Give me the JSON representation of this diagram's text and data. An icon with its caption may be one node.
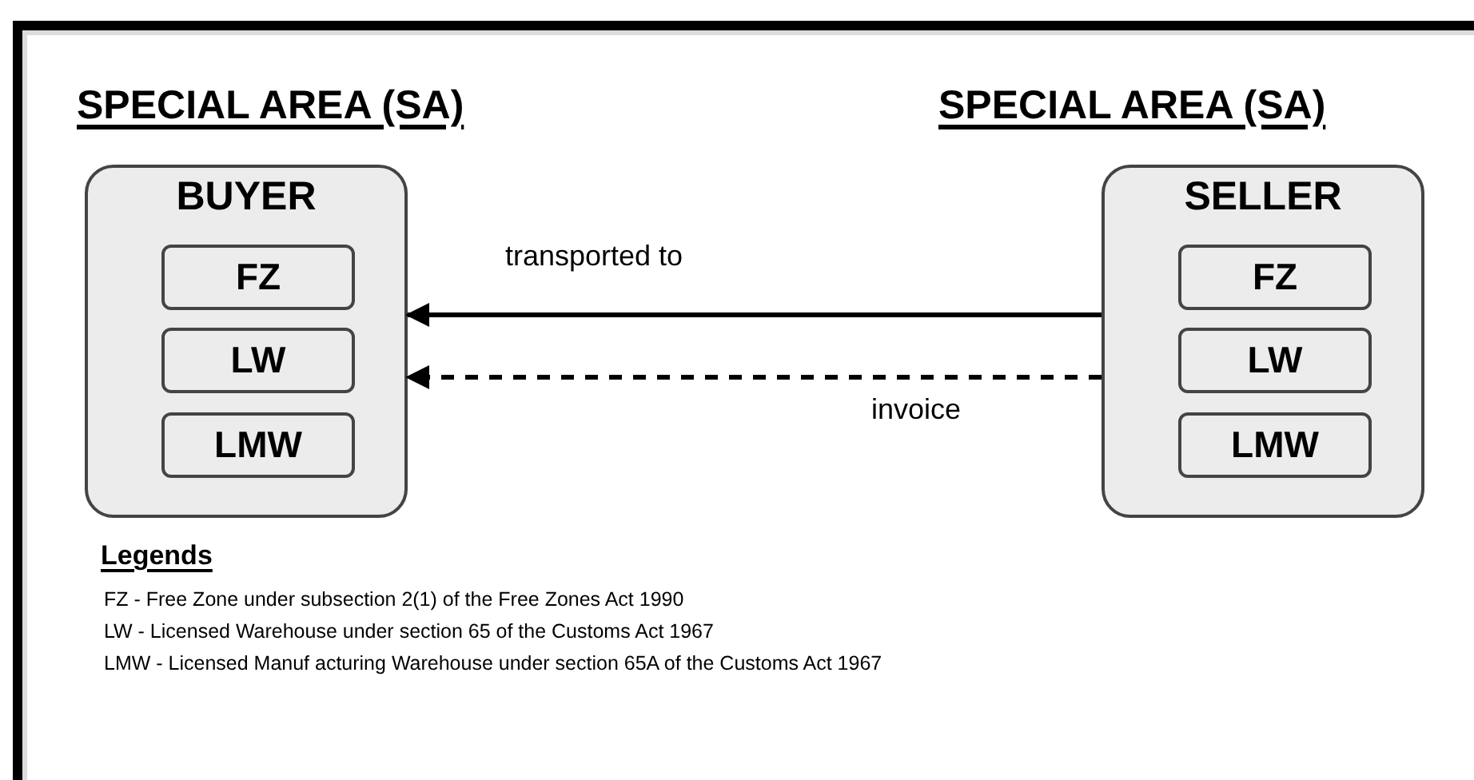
{
  "diagram": {
    "nodes": [
      {
        "text": [
          "BUYER"
        ]
      },
      {
        "text": [
          "FZ"
        ],
        "in": 0
      },
      {
        "text": [
          "LW"
        ],
        "in": 0
      },
      {
        "text": [
          "LMW"
        ],
        "in": 0
      },
      {
        "text": [
          "SELLER"
        ]
      },
      {
        "text": [
          "FZ"
        ],
        "in": 4
      },
      {
        "text": [
          "LW"
        ],
        "in": 4
      },
      {
        "text": [
          "LMW"
        ],
        "in": 4
      }
    ],
    "edges": [
      {
        "from": 4,
        "to": 0,
        "arrow": "to",
        "label": "transported to"
      },
      {
        "from": 4,
        "to": 0,
        "arrow": "to",
        "label": "invoice",
        "style": "dashed"
      }
    ],
    "labels": [
      "SPECIAL AREA (SA)",
      "SPECIAL AREA (SA)",
      "Legends",
      "FZ - Free Zone under subsection 2(1) of the Free Zones Act 1990",
      "LW - Licensed Warehouse under section 65 of the Customs Act 1967",
      "LMW - Licensed Manuf acturing Warehouse under section 65A of the Customs Act 1967"
    ]
  }
}
